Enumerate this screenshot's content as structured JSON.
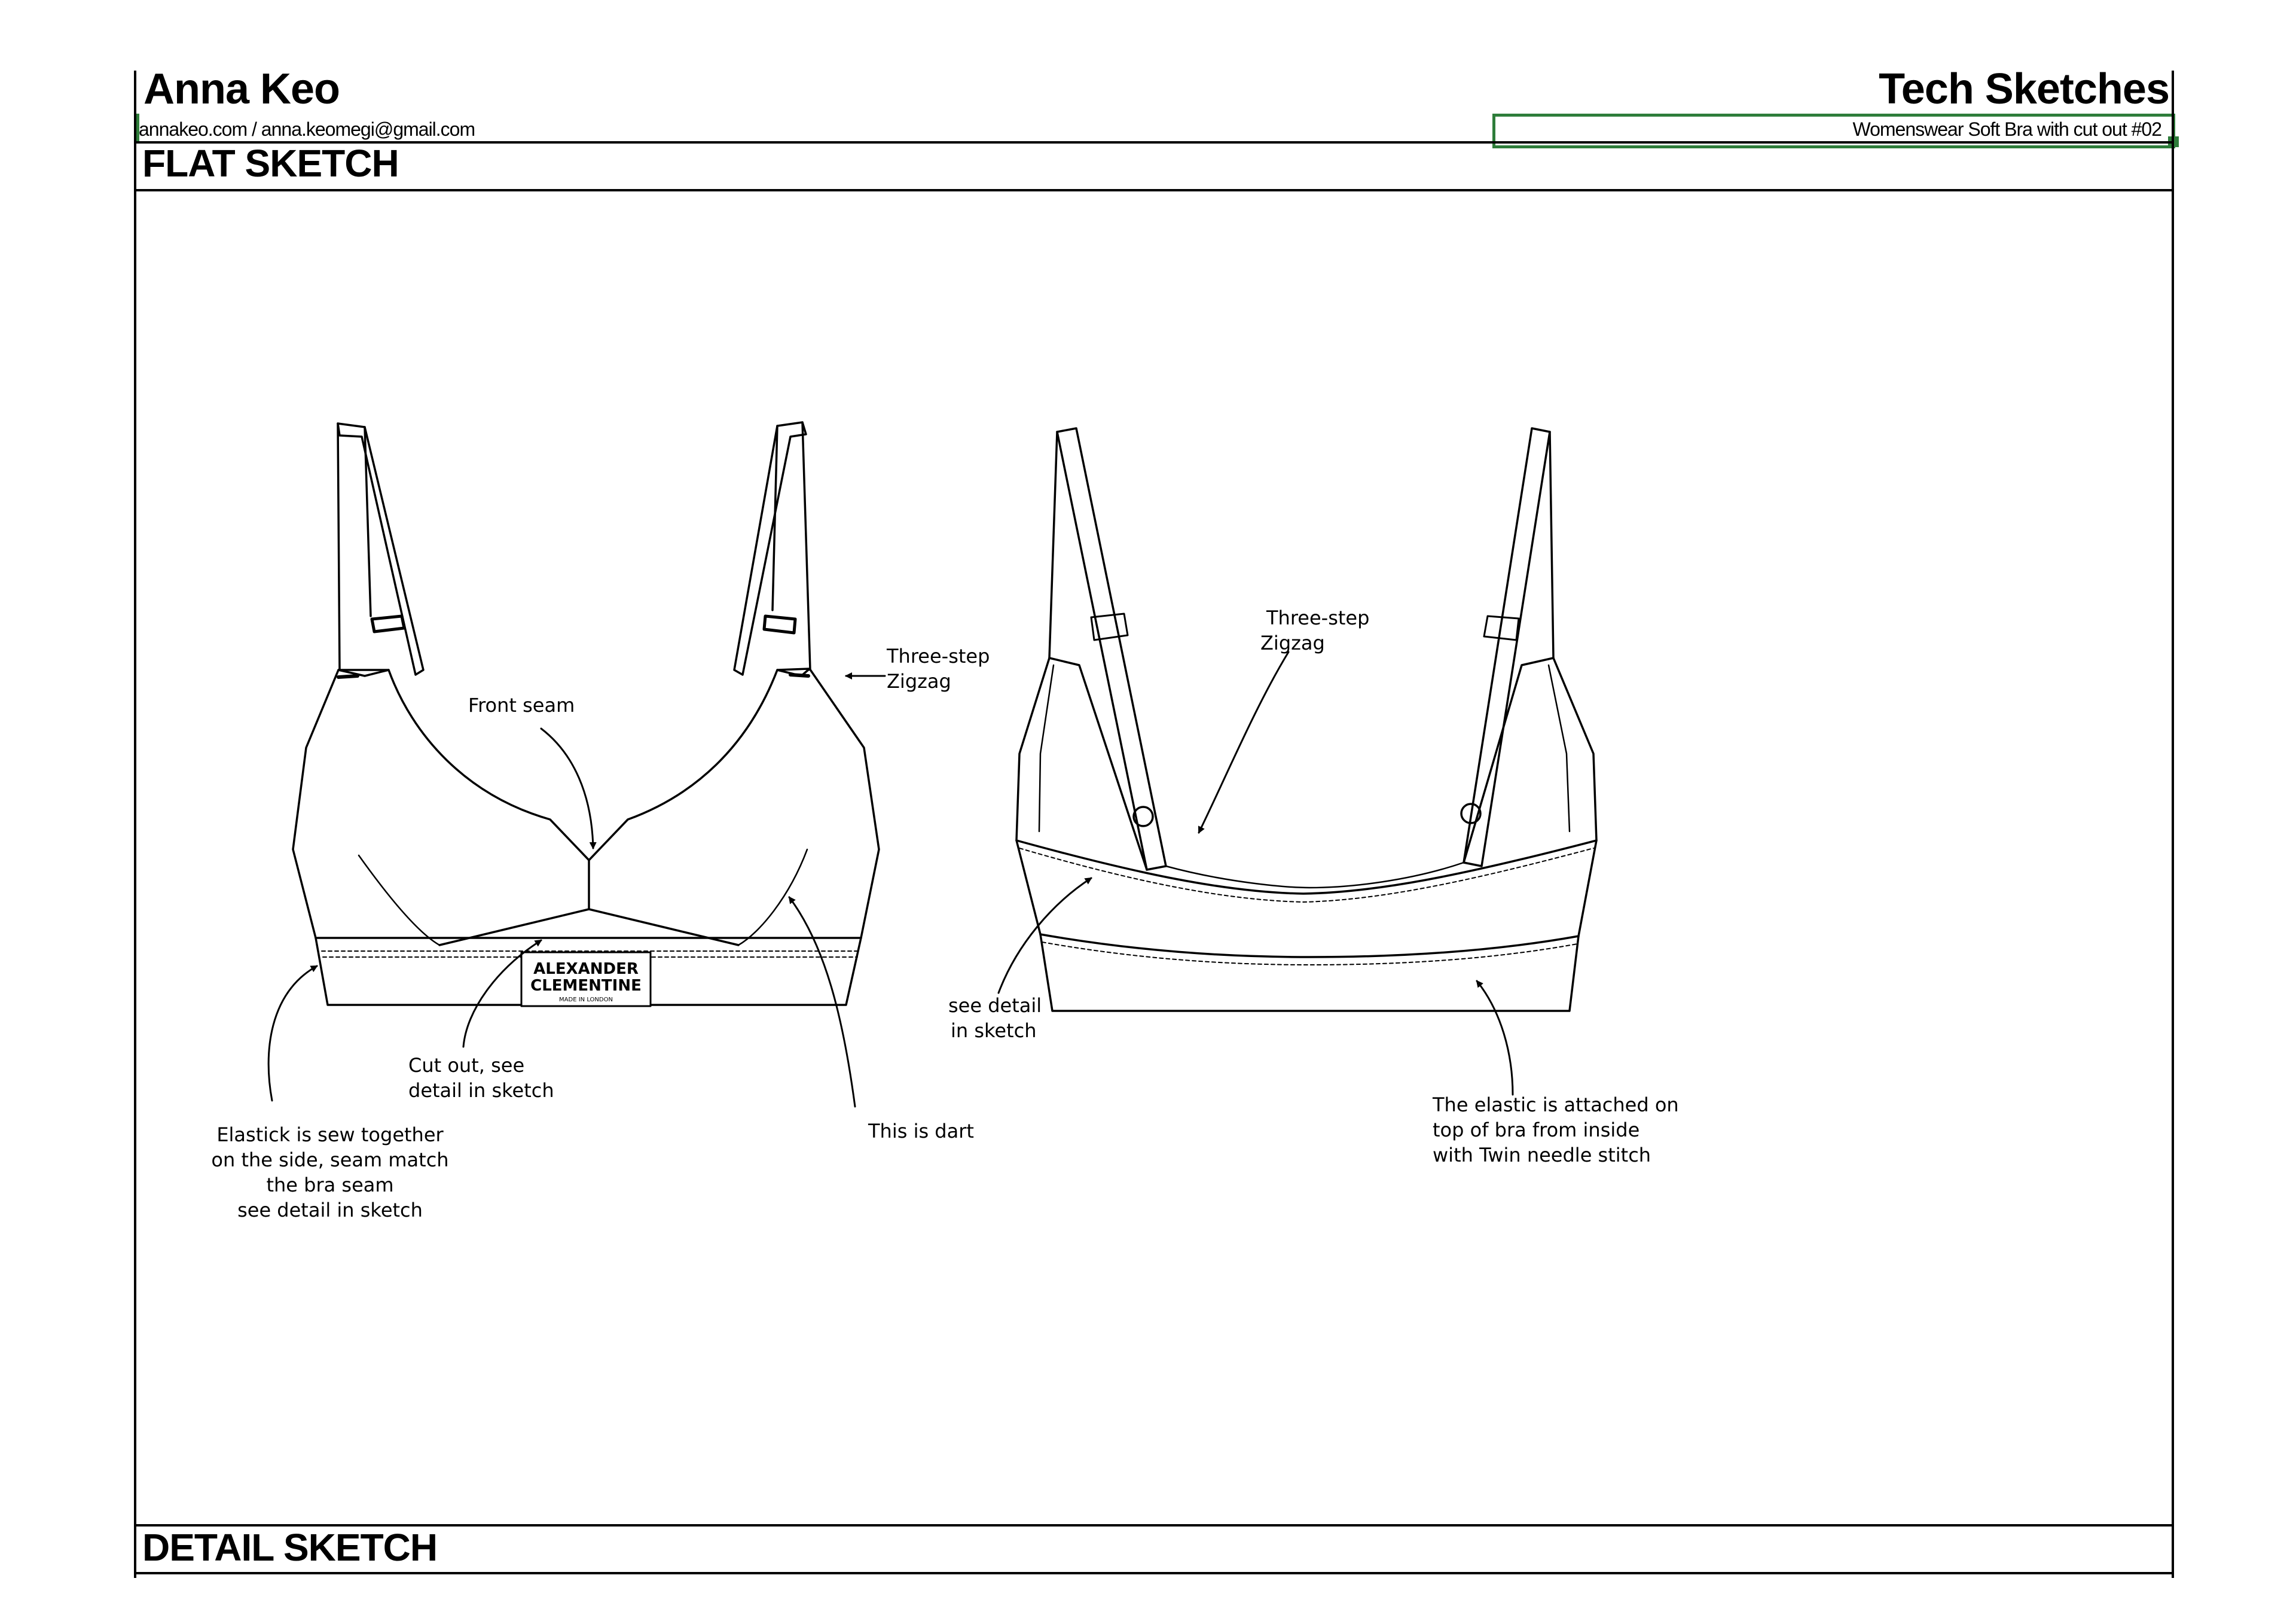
{
  "header": {
    "name": "Anna Keo",
    "contact": "annakeo.com / anna.keomegi@gmail.com",
    "doc_title": "Tech Sketches",
    "subtitle": "Womenswear Soft Bra with cut out #02"
  },
  "sections": {
    "flat": "FLAT SKETCH",
    "detail": "DETAIL SKETCH"
  },
  "label": {
    "line1": "ALEXANDER",
    "line2": "CLEMENTINE",
    "line3": "MADE IN LONDON"
  },
  "front_annotations": {
    "front_seam": "Front seam",
    "zigzag_1": "Three-step",
    "zigzag_2": "Zigzag",
    "cutout_1": "Cut out,  see",
    "cutout_2": "detail in sketch",
    "dart": "This is dart",
    "elastic_1": "Elastick is sew together",
    "elastic_2": "on the side, seam match",
    "elastic_3": "the bra seam",
    "elastic_4": "see detail in sketch"
  },
  "back_annotations": {
    "zigzag_1": "Three-step",
    "zigzag_2": "Zigzag",
    "detail_1": "see detail",
    "detail_2": "in sketch",
    "elastic_1": "The elastic is attached on",
    "elastic_2": "top of bra  from inside",
    "elastic_3": "with Twin needle stitch"
  },
  "colors": {
    "selection": "#2e7d3a",
    "ink": "#000000"
  }
}
